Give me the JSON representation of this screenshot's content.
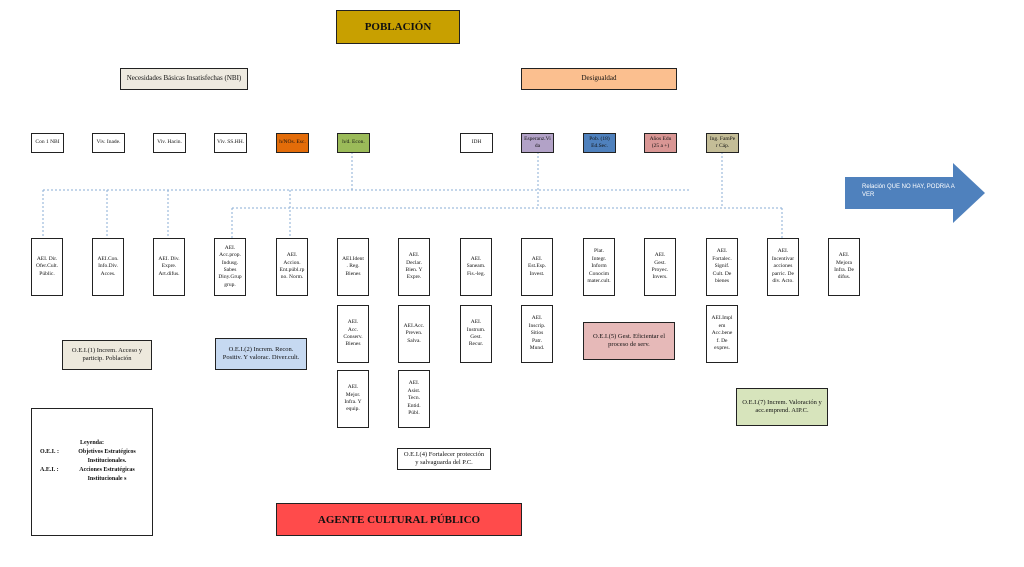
{
  "title": "POBLACIÓN",
  "footer_title": "AGENTE CULTURAL PÚBLICO",
  "nbi_header": "Necesidades Básicas Insatisfechas (NBI)",
  "desigualdad_header": "Desigualdad",
  "nbi_items": [
    "Con 1 NBI",
    "Viv. Inade.",
    "Viv. Hacin.",
    "Viv. SS.HH.",
    "h/NOs. Esc.",
    "h/d. Econ."
  ],
  "des_items": [
    "IDH",
    "Esperanz.Vi\nda",
    "Pob. (18)\nEd.Sec.",
    "Años Edu\n(25 a +)",
    "Ing. FamPe\nr Cáp."
  ],
  "aei_top": [
    "AEI. Dir.\nOfer.Cult.\nPúblic.",
    "AEI.Con.\nInfo.Div.\nAcces.",
    "AEI. Div.\nExpre.\nArt.difus.",
    "AEI.\nAcc.prop.\nIndusg.\nSabes\nDiny.Grup\ngrup.",
    "AEI.\nAccion.\nEnt.públ.rp\nno. Norm.",
    "AEI.Ident\n. Reg.\nBienes",
    "AEI.\nDeclar.\nBien. Y\nExpre.",
    "AEI.\nSaneam.\nFis.-leg.",
    "AEI.\nEst.Esp.\nInvest.",
    "Plat.\nIntegr.\nInform\nConocim\nmater.cult.",
    "AEI.\nGest.\nProyec.\nInvers.",
    "AEI.\nFortalec.\nSignif.\nCult. De\nbienes",
    "AEI.\nIncentivar\nacciones\nparric. De\ndiv. Acto.",
    "AEI.\nMejora\nInfra. De\ndifus."
  ],
  "aei_mid": [
    "AEI.\nAcc.\nConserv.\nBienes",
    "AEI.Acc.\nPreven.\nSalva.",
    "AEI.\nInstrum.\nGest.\nRecur.",
    "AEI.\nInscrip.\nSitios\nPatr.\nMund.",
    "AEI.Impl\nem\nAcc.bene\nf. De\nexpres."
  ],
  "aei_low": [
    "AEI.\nMejor.\nInfra. Y\nequip.",
    "AEI.\nAsist.\nTecn.\nEntid.\nPúbl."
  ],
  "oei": [
    "O.E.I.(1) Increm. Acceso y\nparticip. Población",
    "O.E.I.(2) Increm. Recon.\nPositiv. Y valorac. Diver.cult.",
    "O.E.I.(4) Fortalecer protección\ny salvaguarda del P.C.",
    "O.E.I.(5) Gest. Eficientar el\nproceso de serv.",
    "O.E.I.(7) Increm. Valoración y\nacc.emprend. AIP.C."
  ],
  "legend": {
    "title": "Leyenda:",
    "k1": "O.E.I. :",
    "v1": "Objetivos Estratégicos Institucionales.",
    "k2": "A.E.I. :",
    "v2": "Acciones Estratégicas Institucionale s"
  },
  "arrow_text": "Relación QUE NO HAY, PODRIA A VER",
  "colors": {
    "title": "#c8a000",
    "footer": "#ff4b4b",
    "desigualdad": "#fbbf8f",
    "nbi_header": "#eeeae0",
    "orange": "#e36c09",
    "green": "#9bbb59",
    "purple": "#b2a2c7",
    "blue": "#4f81bd",
    "rose": "#d99694",
    "olive": "#c4bd97",
    "oei_beige": "#ede9dd",
    "oei_blue": "#c6d9f1",
    "oei_pink": "#e6b9b8",
    "oei_green": "#d7e4bc",
    "arrow": "#4f81bd"
  }
}
